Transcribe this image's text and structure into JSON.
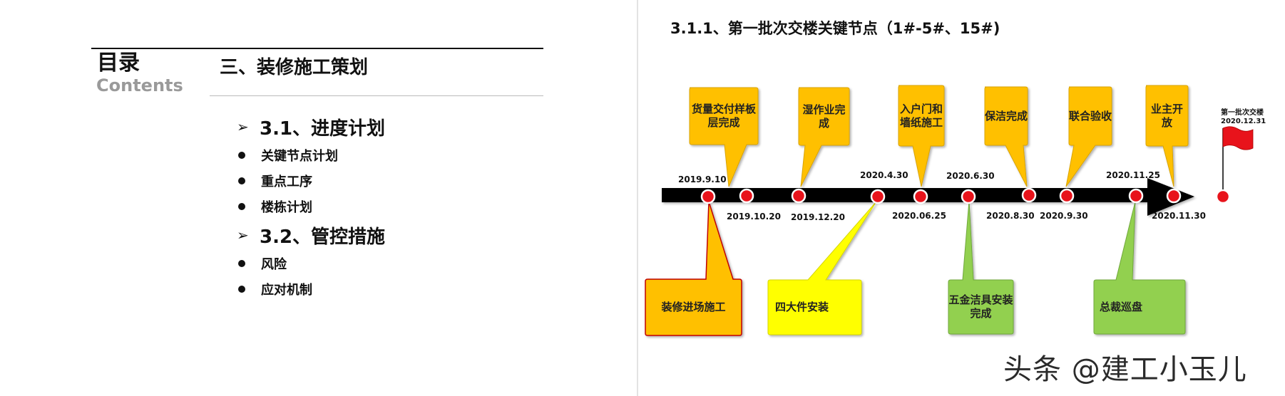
{
  "left_slide": {
    "toc_title": "目录",
    "toc_subtitle": "Contents",
    "section_title": "三、装修施工策划",
    "items": [
      {
        "level": "major",
        "marker": "➢",
        "text": "3.1、进度计划"
      },
      {
        "level": "minor",
        "text": "关键节点计划"
      },
      {
        "level": "minor",
        "text": "重点工序"
      },
      {
        "level": "minor",
        "text": "楼栋计划"
      },
      {
        "level": "major",
        "marker": "➢",
        "text": "3.2、管控措施"
      },
      {
        "level": "minor",
        "text": "风险"
      },
      {
        "level": "minor",
        "text": "应对机制"
      }
    ]
  },
  "right_slide": {
    "title": "3.1.1、第一批次交楼关键节点（1#-5#、15#)",
    "top_callouts": [
      "货量交付样板层完成",
      "湿作业完成",
      "入户门和墙纸施工",
      "保洁完成",
      "联合验收",
      "业主开放"
    ],
    "bottom_callouts": [
      "装修进场施工",
      "四大件安装",
      "五金洁具安装完成",
      "总裁巡盘"
    ],
    "dates_above": [
      "2019.9.10",
      "2020.4.30",
      "2020.6.30",
      "2020.11.25"
    ],
    "dates_below": [
      "2019.10.20",
      "2019.12.20",
      "2020.06.25",
      "2020.8.30",
      "2020.9.30",
      "2020.11.30"
    ],
    "flag_label_line1": "第一批次交楼",
    "flag_label_line2": "2020.12.31",
    "watermark": "头条 @建工小玉儿"
  },
  "colors": {
    "callout_orange": "#FFC000",
    "callout_yellow": "#FFFF00",
    "callout_green": "#92D050",
    "node_red": "#E8131B",
    "arrow_black": "#000000",
    "flag_red": "#E8131B"
  },
  "icons": {
    "major_bullet": "arrow-bullet-icon",
    "minor_bullet": "dot-bullet-icon",
    "milestone": "red-circle-icon",
    "flag": "red-flag-icon"
  }
}
